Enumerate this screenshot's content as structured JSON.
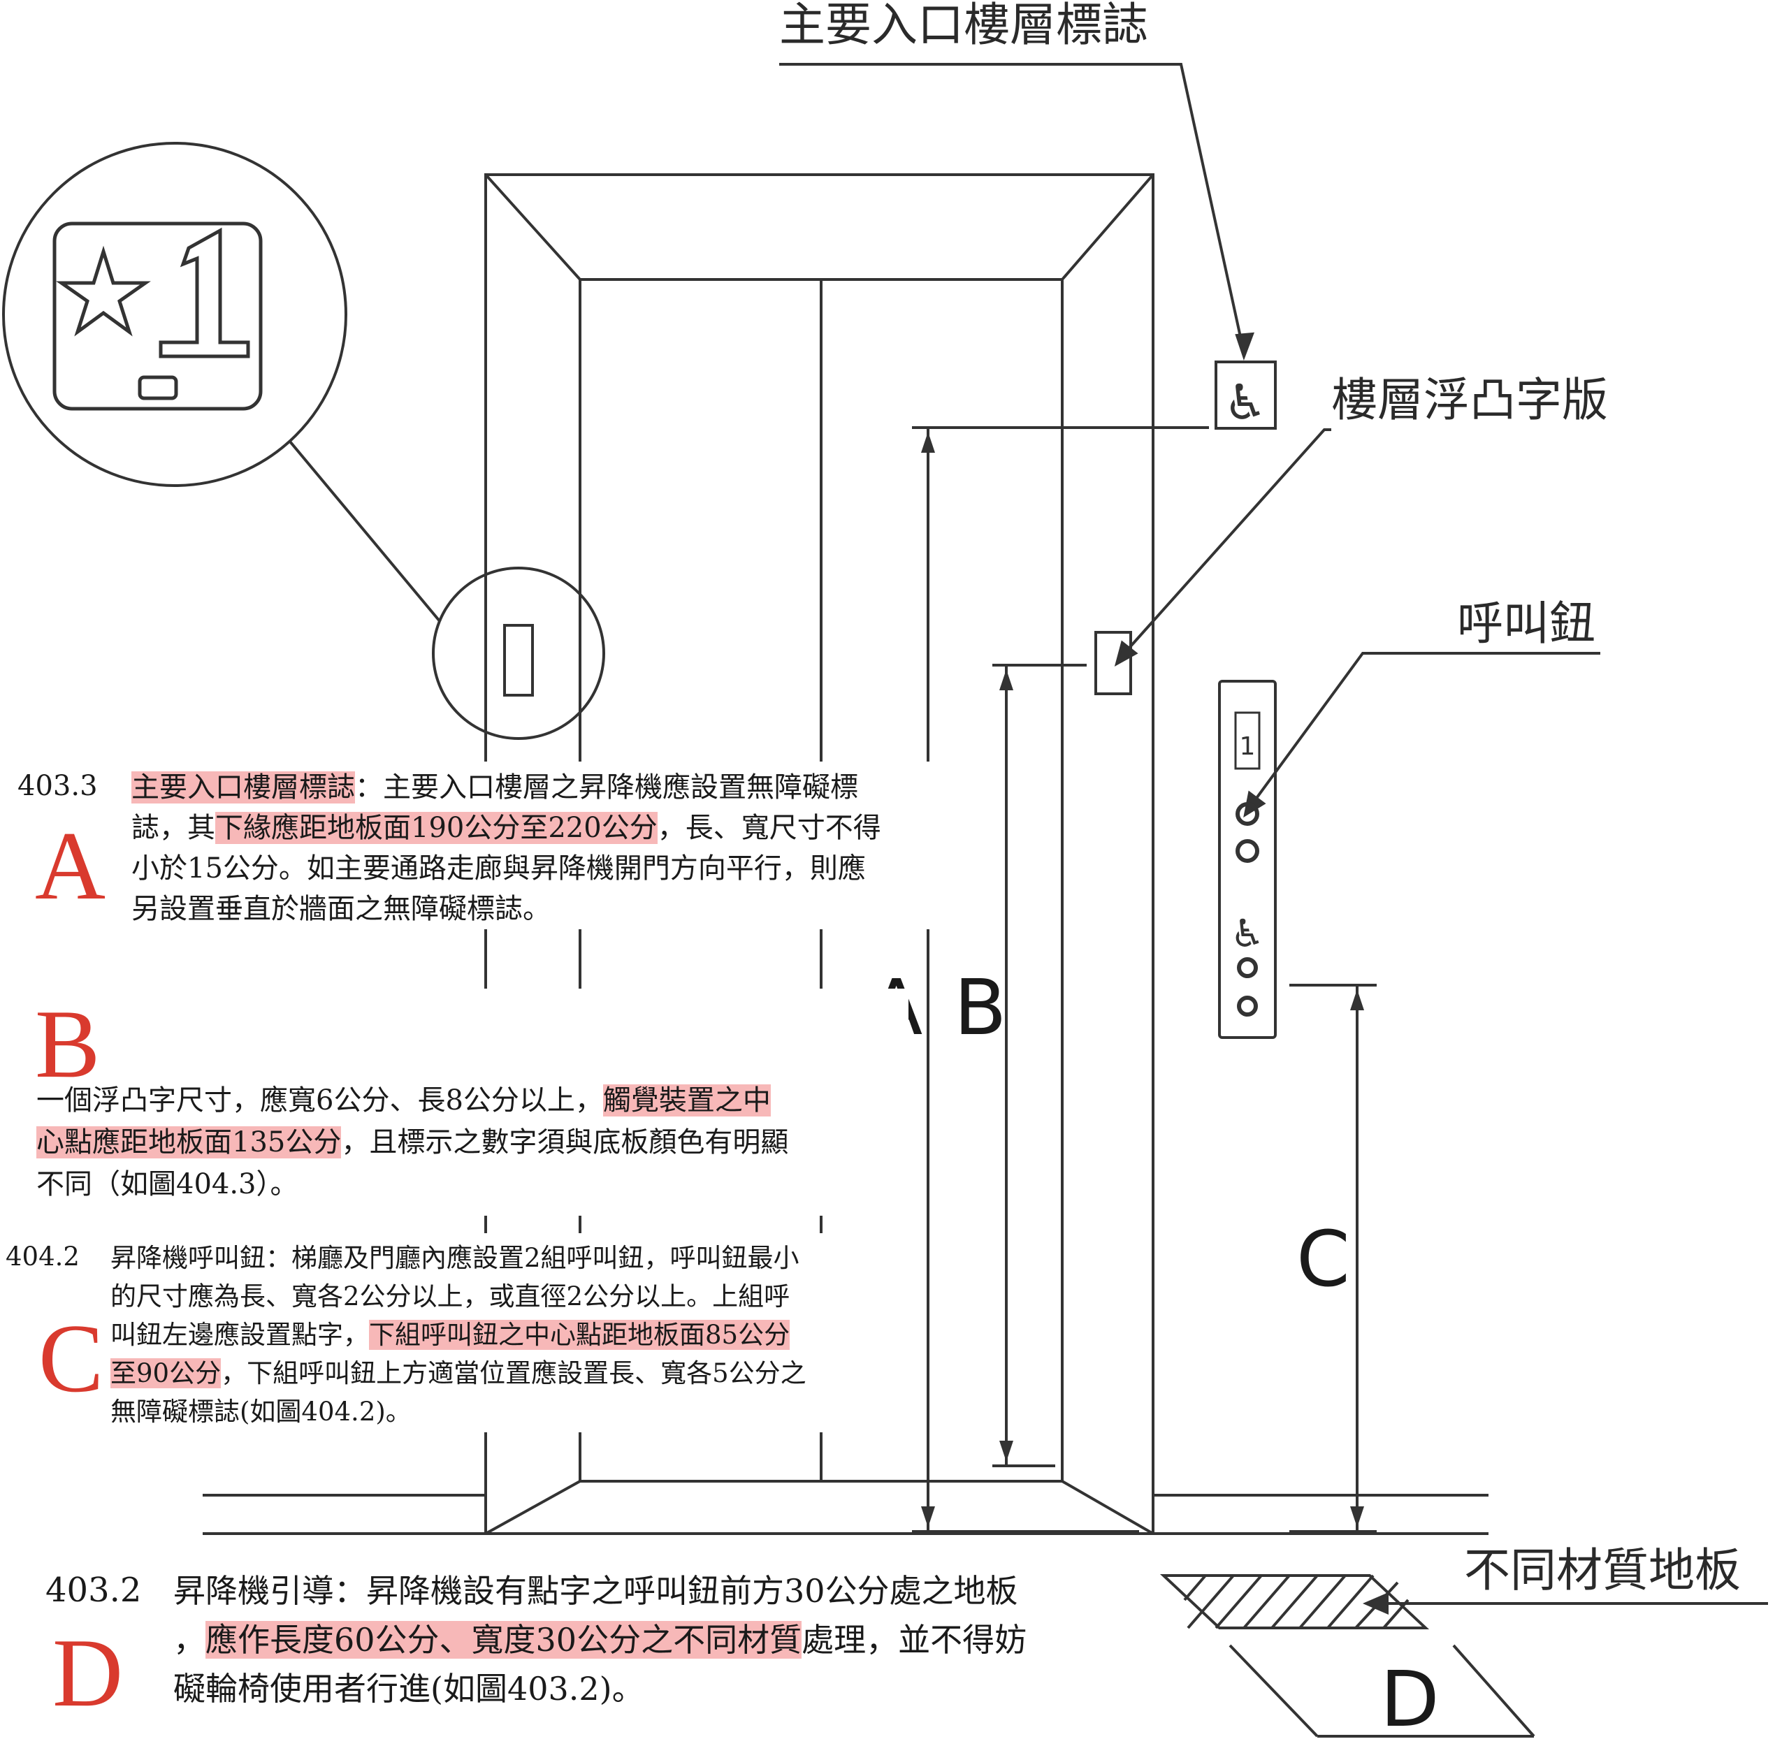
{
  "callouts": {
    "main_entrance": "主要入口樓層標誌",
    "tactile_plate": "樓層浮凸字版",
    "call_button": "呼叫鈕",
    "floor_material": "不同材質地板"
  },
  "dims": {
    "a": "A",
    "b": "B",
    "c": "C",
    "d": "D"
  },
  "panel": {
    "indicator": "1"
  },
  "blocks": {
    "a": {
      "letter": "A",
      "number": "403.3",
      "l1_hl": "主要入口樓層標誌",
      "l1_rest": "：主要入口樓層之昇降機應設置無障礙標",
      "l2_pre": "誌，其",
      "l2_hl": "下緣應距地板面190公分至220公分",
      "l2_rest": "，長、寬尺寸不得",
      "l3": "小於15公分。如主要通路走廊與昇降機開門方向平行，則應",
      "l4": "另設置垂直於牆面之無障礙標誌。"
    },
    "b": {
      "letter": "B",
      "l1_pre": "一個浮凸字尺寸，應寬6公分、長8公分以上，",
      "l1_hl": "觸覺裝置之中",
      "l2_hl": "心點應距地板面135公分",
      "l2_rest": "，且標示之數字須與底板顏色有明顯",
      "l3": "不同（如圖404.3）。"
    },
    "c": {
      "letter": "C",
      "number": "404.2",
      "l1": "昇降機呼叫鈕：梯廳及門廳內應設置2組呼叫鈕，呼叫鈕最小",
      "l2": "的尺寸應為長、寬各2公分以上，或直徑2公分以上。上組呼",
      "l3_pre": "叫鈕左邊應設置點字，",
      "l3_hl": "下組呼叫鈕之中心點距地板面85公分",
      "l4_hl": "至90公分",
      "l4_rest": "，下組呼叫鈕上方適當位置應設置長、寬各5公分之",
      "l5": "無障礙標誌(如圖404.2)。"
    },
    "d": {
      "letter": "D",
      "number": "403.2",
      "l1": "昇降機引導：昇降機設有點字之呼叫鈕前方30公分處之地板",
      "l2_pre": "，",
      "l2_hl": "應作長度60公分、寬度30公分之不同材質",
      "l2_rest": "處理，並不得妨",
      "l3": "礙輪椅使用者行進(如圖403.2)。"
    }
  }
}
